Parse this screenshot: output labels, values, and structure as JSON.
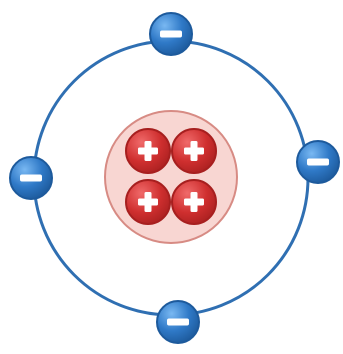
{
  "diagram": {
    "type": "atom-model",
    "nucleus": {
      "particles": [
        "proton",
        "proton",
        "proton",
        "proton"
      ],
      "charge_symbol": "+"
    },
    "electrons": [
      {
        "position": "top",
        "charge_symbol": "−"
      },
      {
        "position": "left",
        "charge_symbol": "−"
      },
      {
        "position": "right",
        "charge_symbol": "−"
      },
      {
        "position": "bottom",
        "charge_symbol": "−"
      }
    ],
    "colors": {
      "orbit": "#2f6fb2",
      "electron": "#2f79c7",
      "electron_edge": "#1d5a9c",
      "nucleus_fill": "#f8d6d2",
      "nucleus_edge": "#d78b84",
      "proton": "#cf2f2f",
      "proton_edge": "#a71f1f",
      "symbol": "#ffffff"
    }
  }
}
